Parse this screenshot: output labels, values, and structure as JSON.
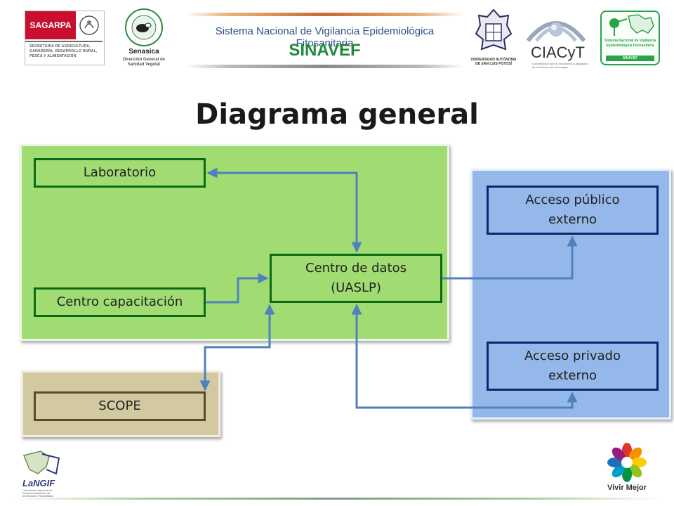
{
  "header": {
    "sagarpa": {
      "name": "SAGARPA",
      "subtitle": "SECRETARÍA DE AGRICULTURA, GANADERÍA, DESARROLLO RURAL, PESCA Y ALIMENTACIÓN"
    },
    "senasica": {
      "name": "Senasica",
      "subtitle": "Dirección General de Sanidad Vegetal"
    },
    "system_name": "Sistema Nacional de Vigilancia Epidemiológica Fitosanitaria",
    "acronym": "SINAVEF",
    "uaslp": "UNIVERSIDAD AUTÓNOMA DE SAN LUIS POTOSÍ",
    "ciacyt": {
      "name": "CIACyT",
      "subtitle": "Coordinación para la Innovación y Aplicación de la Ciencia y la Tecnología"
    },
    "sinavef_logo": {
      "text": "Sistema Nacional de Vigilancia Epidemiológica Fitosanitaria",
      "acronym": "SINAVEF"
    }
  },
  "title": "Diagrama general",
  "nodes": {
    "laboratorio": "Laboratorio",
    "centro_capacitacion": "Centro capacitación",
    "centro_datos_line1": "Centro de datos",
    "centro_datos_line2": "(UASLP)",
    "scope": "SCOPE",
    "acceso_publico_line1": "Acceso público",
    "acceso_publico_line2": "externo",
    "acceso_privado_line1": "Acceso privado",
    "acceso_privado_line2": "externo"
  },
  "footer": {
    "langif": "LaNGIF",
    "langif_subtitle": "Laboratorio Nacional de Geoprocesamiento de Información Fitosanitaria",
    "vivir": "Vivir Mejor"
  },
  "colors": {
    "green_panel": "#a0dc72",
    "blue_panel": "#95b8ea",
    "tan_panel": "#d3c9a1",
    "connector": "#4f81bd"
  }
}
